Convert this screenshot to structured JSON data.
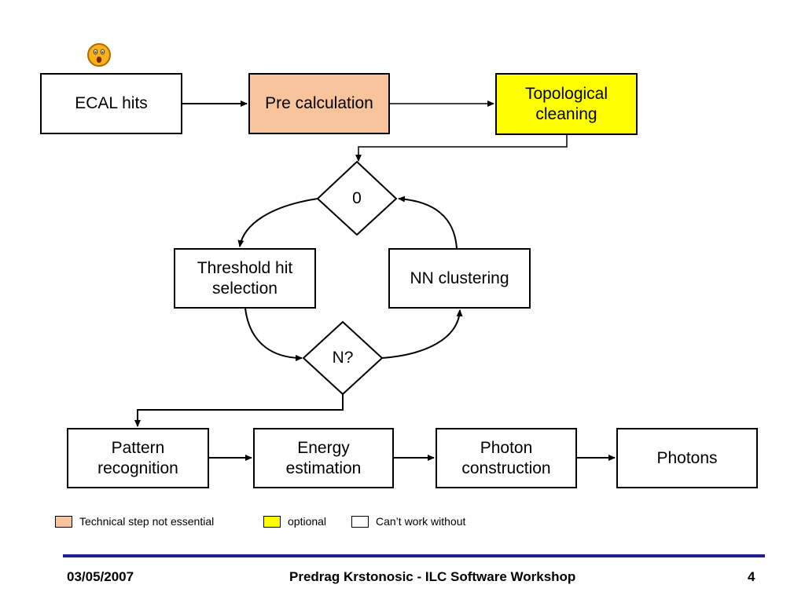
{
  "boxes": {
    "ecal_hits": "ECAL hits",
    "pre_calculation": "Pre calculation",
    "topological_cleaning": "Topological\ncleaning",
    "threshold": "Threshold hit\nselection",
    "nn_clustering": "NN clustering",
    "pattern": "Pattern\nrecognition",
    "energy": "Energy\nestimation",
    "photon_construction": "Photon\nconstruction",
    "photons": "Photons"
  },
  "decisions": {
    "zero": "0",
    "n": "N?"
  },
  "legend": [
    {
      "label": "Technical step not essential",
      "color": "#f8c49c"
    },
    {
      "label": "optional",
      "color": "#ffff00"
    },
    {
      "label": "Can’t work without",
      "color": "#ffffff"
    }
  ],
  "colors": {
    "pre_calc_fill": "#f8c49c",
    "topo_fill": "#ffff00",
    "rule": "#1f1f8f"
  },
  "footer": {
    "date": "03/05/2007",
    "title": "Predrag Krstonosic - ILC Software Workshop",
    "page": "4"
  },
  "decoration_icon": "surprised-face-icon"
}
